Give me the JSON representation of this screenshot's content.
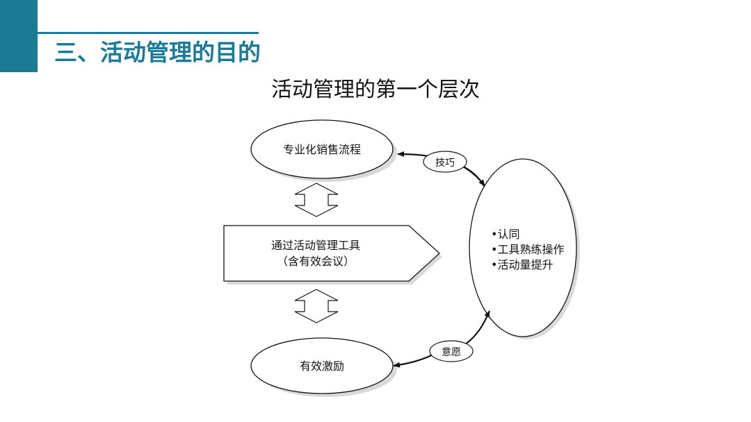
{
  "page": {
    "title": "三、活动管理的目的",
    "accent_color": "#1b7a95"
  },
  "diagram": {
    "title": "活动管理的第一个层次",
    "nodes": {
      "sales_process": "专业化销售流程",
      "tool_line1": "通过活动管理工具",
      "tool_line2": "（含有效会议）",
      "incentive": "有效激励",
      "outcome_items": [
        "•认同",
        "•工具熟练操作",
        "•活动量提升"
      ]
    },
    "edge_labels": {
      "skill": "技巧",
      "willingness": "意愿"
    }
  }
}
